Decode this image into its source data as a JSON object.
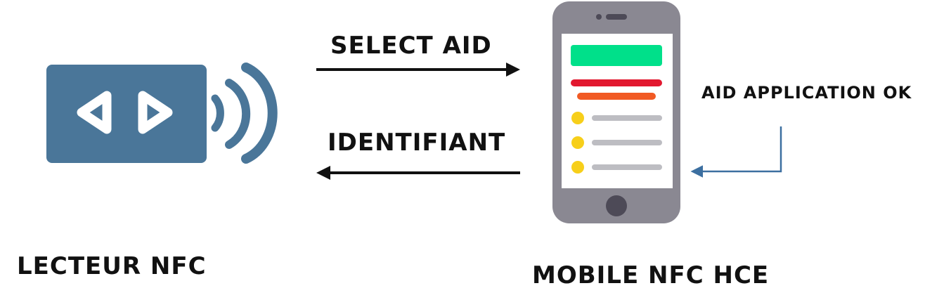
{
  "labels": {
    "select_aid": "SELECT AID",
    "identifiant": "IDENTIFIANT",
    "aid_application_ok": "AID APPLICATION OK",
    "reader": "LECTEUR NFC",
    "mobile": "MOBILE NFC HCE"
  },
  "icons": {
    "reader": "nfc-reader-icon",
    "phone": "smartphone-icon"
  },
  "colors": {
    "reader_body": "#4A7699",
    "phone_body": "#8A8892",
    "phone_screen": "#FFFFFF",
    "screen_bar_green": "#00E08A",
    "screen_bar_red": "#E2182F",
    "screen_bar_orange": "#F15A24",
    "list_dot": "#F7CF1A",
    "list_line": "#BDBDC2",
    "arrow_black": "#111111",
    "arrow_blue": "#3C6FA0"
  }
}
